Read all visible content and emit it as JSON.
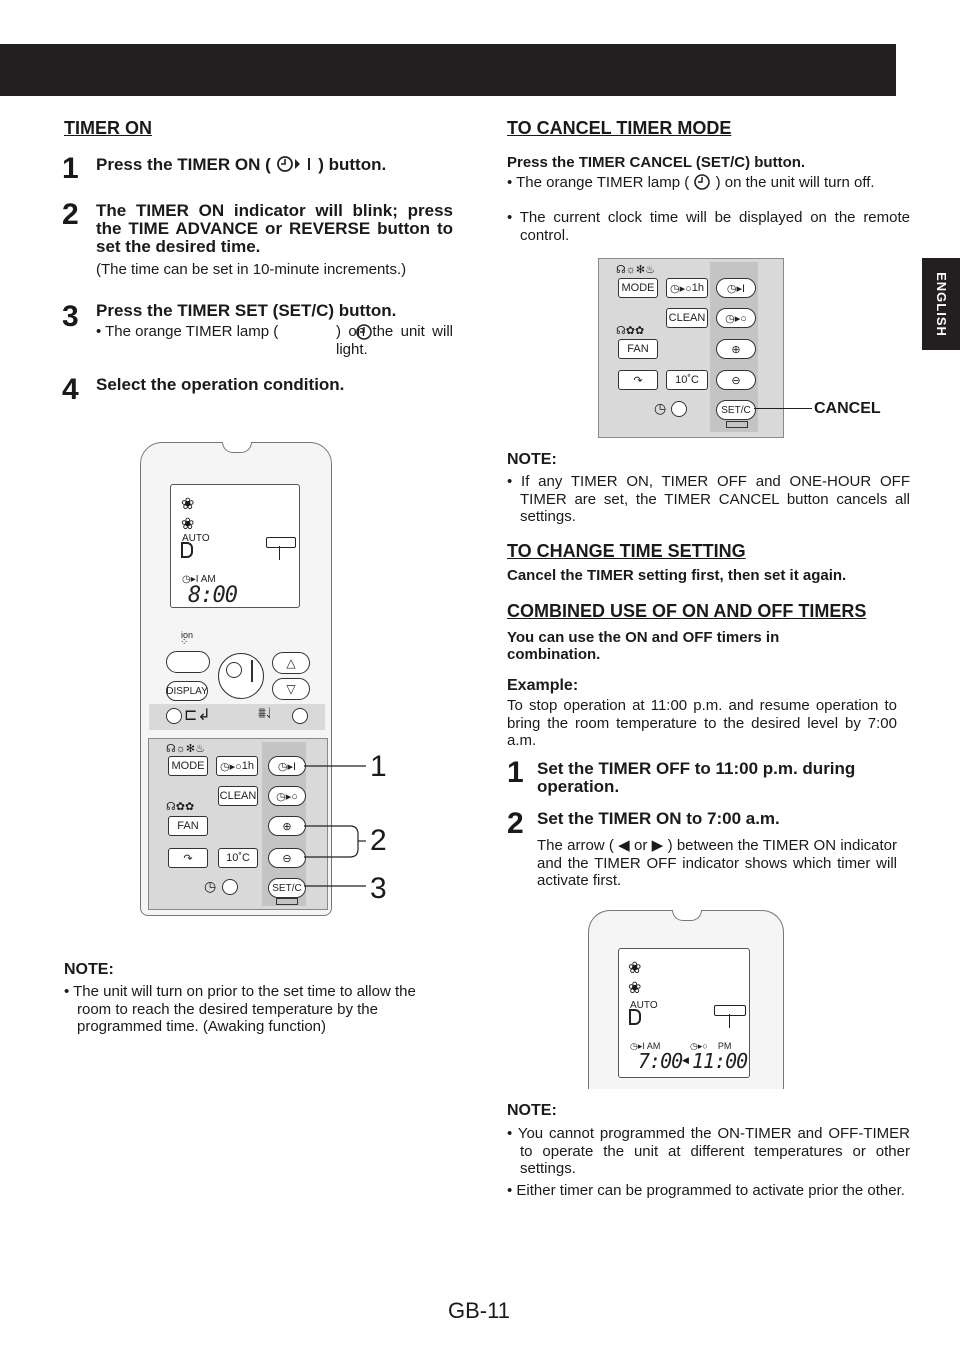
{
  "side_tab": "ENGLISH",
  "timer_on": {
    "heading": "TIMER ON",
    "steps": [
      {
        "num": "1",
        "text_a": "Press the TIMER ON (",
        "text_b": ") button."
      },
      {
        "num": "2",
        "text": "The TIMER ON indicator will blink; press the TIME ADVANCE or REVERSE button to set the desired time.",
        "sub": "(The time can be set in 10-minute increments.)"
      },
      {
        "num": "3",
        "text": "Press the TIMER SET (SET/C) button.",
        "bullet_a": "• The orange TIMER lamp (",
        "bullet_b": ") on the unit will light."
      },
      {
        "num": "4",
        "text": "Select the operation condition."
      }
    ],
    "callouts": [
      "1",
      "2",
      "3"
    ]
  },
  "cancel": {
    "heading": "TO CANCEL TIMER MODE",
    "lead": "Press the TIMER CANCEL (SET/C) button.",
    "bullet1_a": "• The orange TIMER lamp (",
    "bullet1_b": ") on the unit will turn off.",
    "bullet2": "• The current clock time will be displayed on the remote control.",
    "callout": "CANCEL"
  },
  "note1": {
    "label": "NOTE:",
    "bullet": "• If any TIMER ON, TIMER OFF and ONE-HOUR OFF TIMER are set, the TIMER CANCEL button cancels all settings."
  },
  "change": {
    "heading": "TO CHANGE TIME SETTING",
    "text": "Cancel the TIMER setting first, then set it again."
  },
  "combined": {
    "heading": "COMBINED USE OF ON AND OFF TIMERS",
    "lead": "You can use the ON and OFF timers in combination.",
    "example_label": "Example:",
    "example_text": "To stop operation at 11:00 p.m. and resume operation to bring the room temperature to the desired level by 7:00 a.m.",
    "steps": [
      {
        "num": "1",
        "text": "Set the TIMER OFF to 11:00 p.m. during operation."
      },
      {
        "num": "2",
        "text": "Set the TIMER ON to 7:00 a.m."
      }
    ],
    "arrow_a": "The arrow (",
    "arrow_or": "or",
    "arrow_b": ") between the TIMER ON indicator and the TIMER OFF indicator shows which timer will activate first."
  },
  "note2": {
    "label": "NOTE:",
    "bullet": "• The unit will turn on prior to the set time to allow the room to reach the desired temperature by the programmed time. (Awaking function)"
  },
  "note3": {
    "label": "NOTE:",
    "bullet1": "• You cannot programmed the ON-TIMER and OFF-TIMER to operate the unit at different temperatures or other settings.",
    "bullet2": "• Either timer can be programmed to activate prior the other."
  },
  "remote": {
    "mode": "MODE",
    "clean": "CLEAN",
    "fan": "FAN",
    "temp": "10˚C",
    "setc": "SET/C",
    "display": "DISPLAY",
    "one_h": "1h",
    "auto": "AUTO",
    "am": "AM",
    "pm": "PM",
    "time_main": "8:00",
    "time_on": "7:00",
    "time_off": "11:00",
    "ion": "ion"
  },
  "page_number": "GB-11",
  "colors": {
    "bar": "#231f20",
    "panel": "#d9d9d9"
  }
}
